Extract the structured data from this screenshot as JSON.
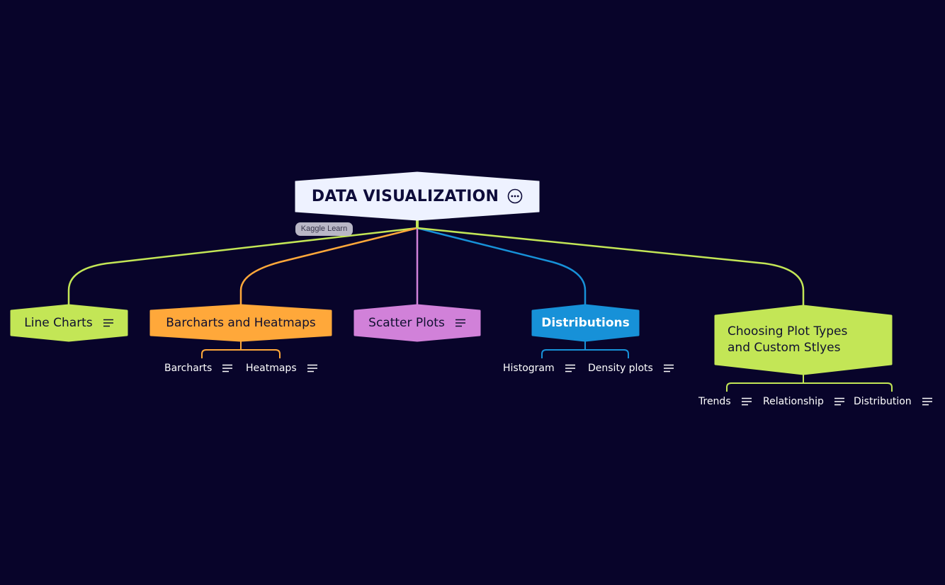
{
  "root": {
    "title": "DATA VISUALIZATION",
    "more_icon": "more-horizontal-icon",
    "tag": "Kaggle Learn"
  },
  "colors": {
    "background": "#08042a",
    "root_fill": "#eef2ff",
    "line_charts": "#c3e656",
    "barcharts": "#ffa83a",
    "scatter": "#d181d9",
    "distributions": "#1791d8",
    "choosing": "#c3e656"
  },
  "branches": [
    {
      "id": "line-charts",
      "label": "Line Charts",
      "icon": "notes-icon",
      "children": []
    },
    {
      "id": "barcharts-and-heatmaps",
      "label": "Barcharts and Heatmaps",
      "icon": "",
      "children": [
        {
          "label": "Barcharts",
          "icon": "notes-icon"
        },
        {
          "label": "Heatmaps",
          "icon": "notes-icon"
        }
      ]
    },
    {
      "id": "scatter-plots",
      "label": "Scatter Plots",
      "icon": "notes-icon",
      "children": []
    },
    {
      "id": "distributions",
      "label": "Distributions",
      "icon": "",
      "children": [
        {
          "label": "Histogram",
          "icon": "notes-icon"
        },
        {
          "label": "Density plots",
          "icon": "notes-icon"
        }
      ]
    },
    {
      "id": "choosing-plot-types",
      "label_line1": "Choosing Plot Types",
      "label_line2": "and Custom Stlyes",
      "icon": "",
      "children": [
        {
          "label": "Trends",
          "icon": "notes-icon"
        },
        {
          "label": "Relationship",
          "icon": "notes-icon"
        },
        {
          "label": "Distribution",
          "icon": "notes-icon"
        }
      ]
    }
  ]
}
